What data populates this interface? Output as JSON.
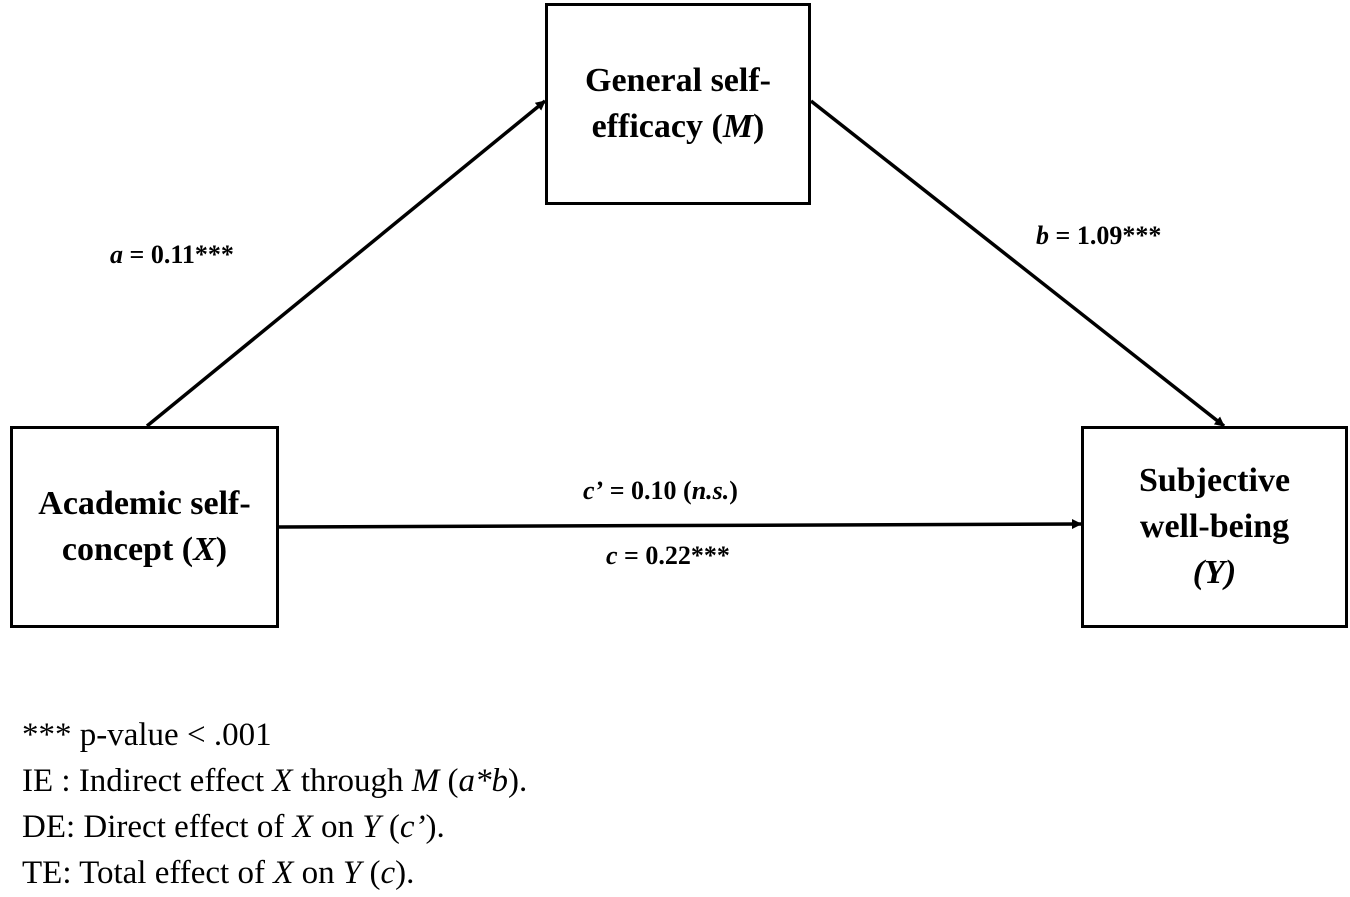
{
  "nodes": {
    "m": {
      "line1": "General self-",
      "line2_text": "efficacy (",
      "line2_var": "M",
      "line2_end": ")"
    },
    "x": {
      "line1": "Academic self-",
      "line2_text": "concept (",
      "line2_var": "X",
      "line2_end": ")"
    },
    "y": {
      "line1": "Subjective",
      "line2": "well-being",
      "line3_open": "(",
      "line3_var": "Y",
      "line3_close": ")"
    }
  },
  "paths": {
    "a": {
      "var": "a",
      "value": " = 0.11***"
    },
    "b": {
      "var": "b",
      "value": " = 1.09***"
    },
    "cprime": {
      "var": "c’",
      "value": " = 0.10 (",
      "ns": "n.s.",
      "close": ")"
    },
    "c": {
      "var": "c",
      "value": " = 0.22***"
    }
  },
  "legend": {
    "line1": "*** p-value < .001",
    "line2": {
      "pre": "IE : Indirect effect ",
      "x": "X",
      "mid": " through ",
      "m": "M",
      "open": " (",
      "ab": "a*b",
      "close": ")."
    },
    "line3": {
      "pre": "DE: Direct effect of ",
      "x": "X",
      "mid": " on ",
      "y": "Y",
      "open": " (",
      "c": "c’",
      "close": ")."
    },
    "line4": {
      "pre": "TE: Total effect of ",
      "x": "X",
      "mid": " on ",
      "y": "Y",
      "open": " (",
      "c": "c",
      "close": ")."
    }
  }
}
